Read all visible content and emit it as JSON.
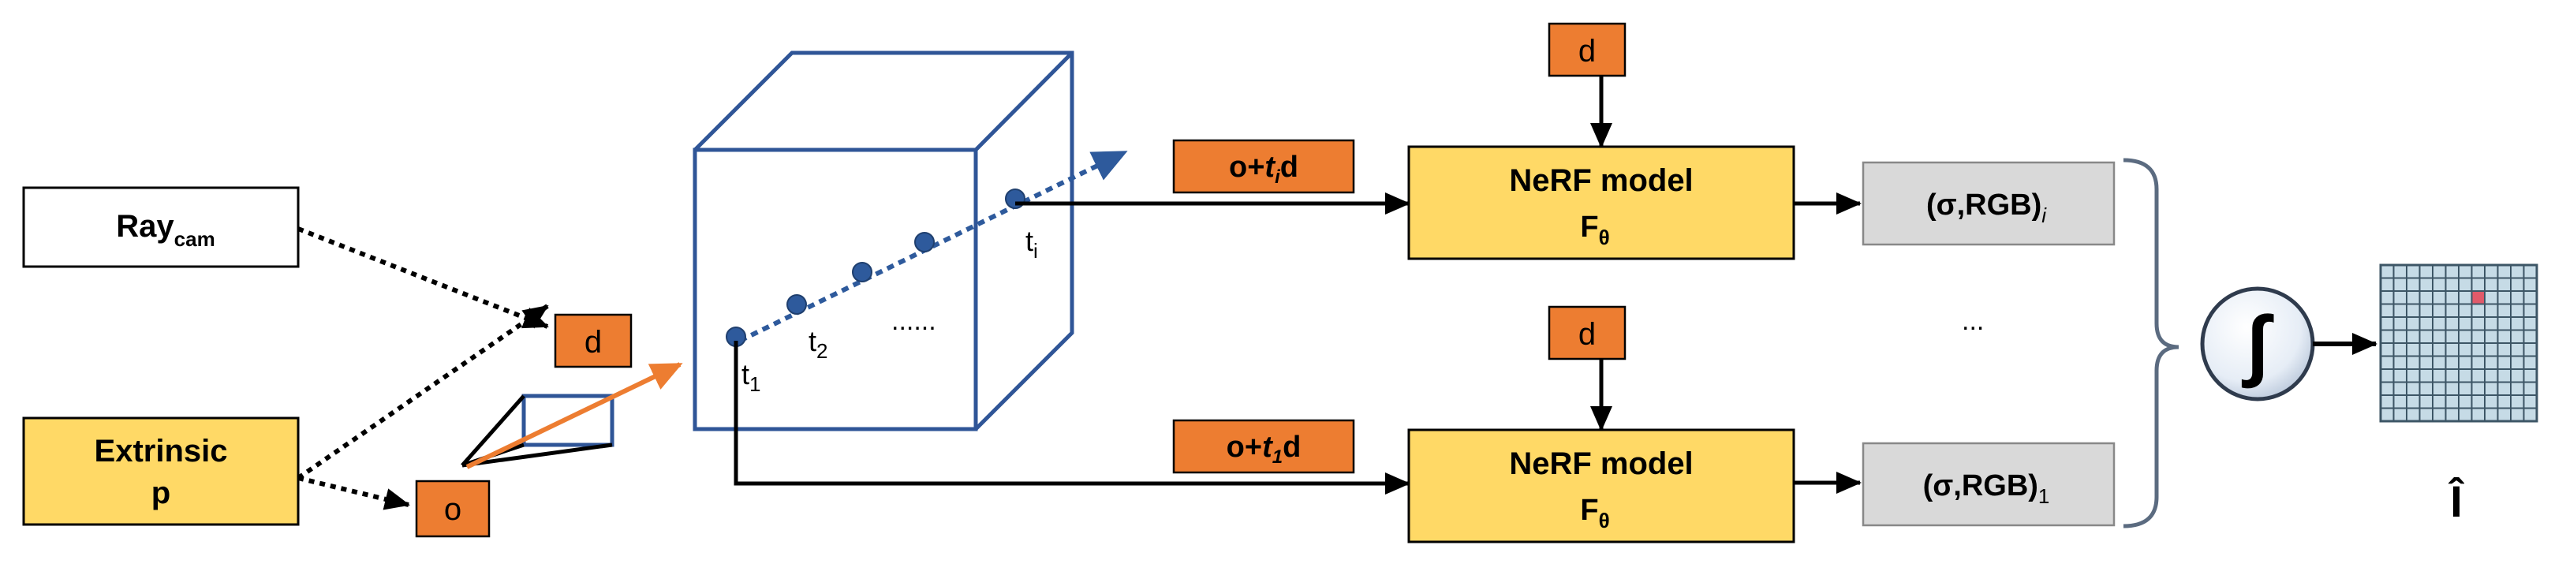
{
  "colors": {
    "orange": "#ed7d31",
    "yellow": "#ffd966",
    "gray_box": "#d9d9d9",
    "cube_blue": "#2f5597",
    "ray_blue": "#2e5a9c",
    "grid_cell": "#c6dbe6",
    "grid_line": "#3d5666",
    "pixel_red": "#e05a6a",
    "bracket": "#5b6b80"
  },
  "inputs": {
    "ray_cam": {
      "main": "Ray",
      "sub": "cam"
    },
    "extrinsic": {
      "line1": "Extrinsic",
      "line2": "p"
    }
  },
  "tags": {
    "d": "d",
    "o": "o",
    "pos_i": {
      "o_plus": "o+",
      "t": "t",
      "sub": "i",
      "d": "d"
    },
    "pos_1": {
      "o_plus": "o+",
      "t": "t",
      "sub": "1",
      "d": "d"
    }
  },
  "samples": {
    "t1": {
      "t": "t",
      "sub": "1"
    },
    "t2": {
      "t": "t",
      "sub": "2"
    },
    "ti": {
      "t": "t",
      "sub": "i"
    },
    "ellipsis": "......"
  },
  "models": {
    "top": {
      "line1": "NeRF model",
      "line2": "F",
      "sub": "θ"
    },
    "bottom": {
      "line1": "NeRF model",
      "line2": "F",
      "sub": "θ"
    }
  },
  "outputs": {
    "top": {
      "text": "(σ,RGB)",
      "sub": "i"
    },
    "bottom": {
      "text": "(σ,RGB)",
      "sub": "1"
    },
    "ellipsis": "..."
  },
  "integral": {
    "symbol": "∫"
  },
  "rendered_image": {
    "label": "Î",
    "red_pixel": {
      "row": 2,
      "col": 7
    }
  }
}
